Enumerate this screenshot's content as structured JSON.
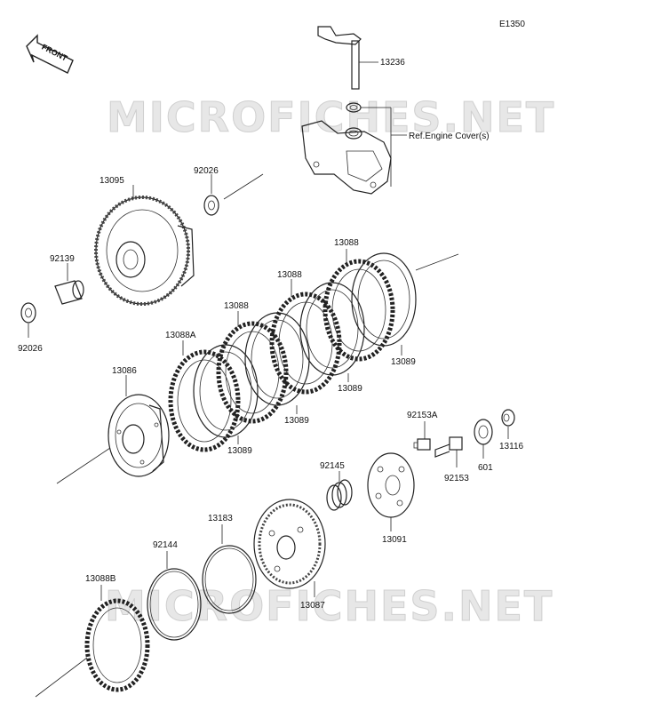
{
  "diagram_code": "E1350",
  "front_label": "FRONT",
  "watermarks": [
    "MICROFICHES.NET",
    "MICROFICHES.NET"
  ],
  "ref_note": "Ref.Engine Cover(s)",
  "parts": {
    "p13236": "13236",
    "p13095": "13095",
    "p92026_top": "92026",
    "p92139": "92139",
    "p92026_bottom": "92026",
    "p13088_a": "13088",
    "p13088_b": "13088",
    "p13088_c": "13088",
    "p13088A": "13088A",
    "p13089_a": "13089",
    "p13089_b": "13089",
    "p13089_c": "13089",
    "p13089_d": "13089",
    "p13086": "13086",
    "p92153A": "92153A",
    "p601": "601",
    "p13116": "13116",
    "p92145": "92145",
    "p92153": "92153",
    "p13091": "13091",
    "p13183": "13183",
    "p92144": "92144",
    "p13087": "13087",
    "p13088B": "13088B"
  }
}
